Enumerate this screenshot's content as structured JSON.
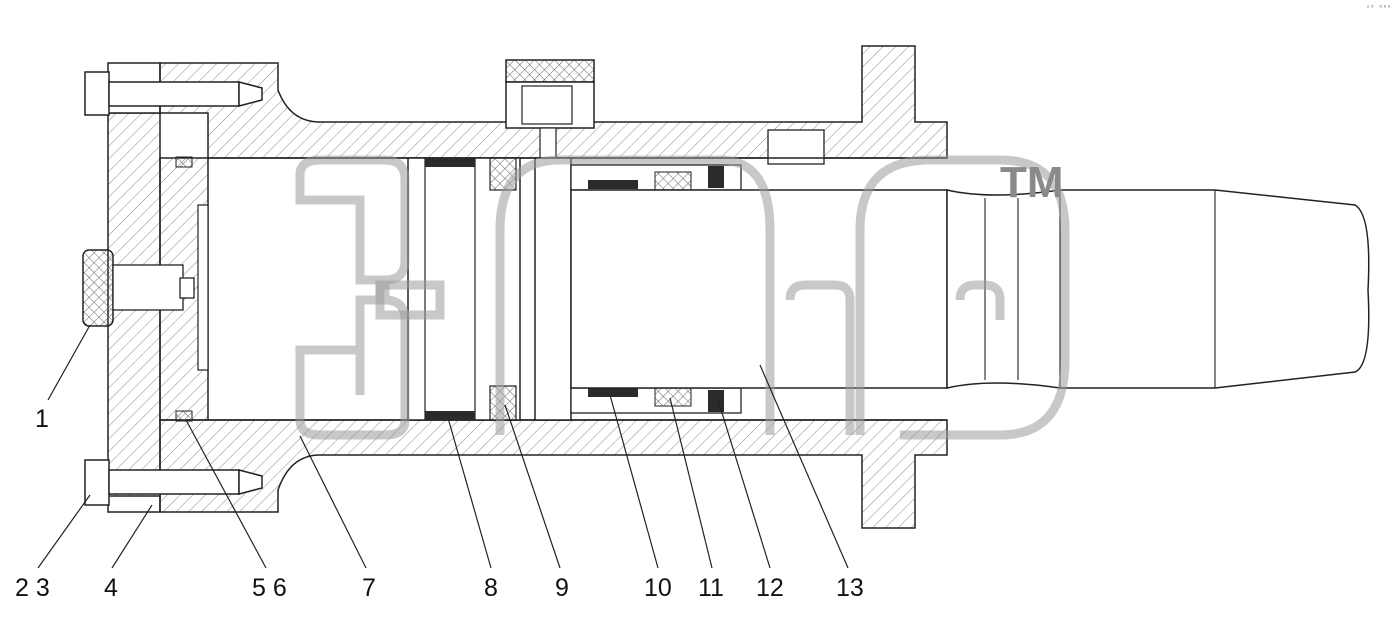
{
  "watermark": {
    "trademark": "TM"
  },
  "corner_text": "ᵒ⁰ ⁰⁰⁰",
  "part_labels": [
    {
      "id": "1",
      "text": "1"
    },
    {
      "id": "2-3",
      "text": "2 3"
    },
    {
      "id": "4",
      "text": "4"
    },
    {
      "id": "5-6",
      "text": "5 6"
    },
    {
      "id": "7",
      "text": "7"
    },
    {
      "id": "8",
      "text": "8"
    },
    {
      "id": "9",
      "text": "9"
    },
    {
      "id": "10",
      "text": "10"
    },
    {
      "id": "11",
      "text": "11"
    },
    {
      "id": "12",
      "text": "12"
    },
    {
      "id": "13",
      "text": "13"
    }
  ],
  "colors": {
    "line": "#222222",
    "hatch": "#8c8c8c",
    "seal": "#2b2b2b",
    "background": "#ffffff",
    "watermark": "#9a9a9a"
  }
}
